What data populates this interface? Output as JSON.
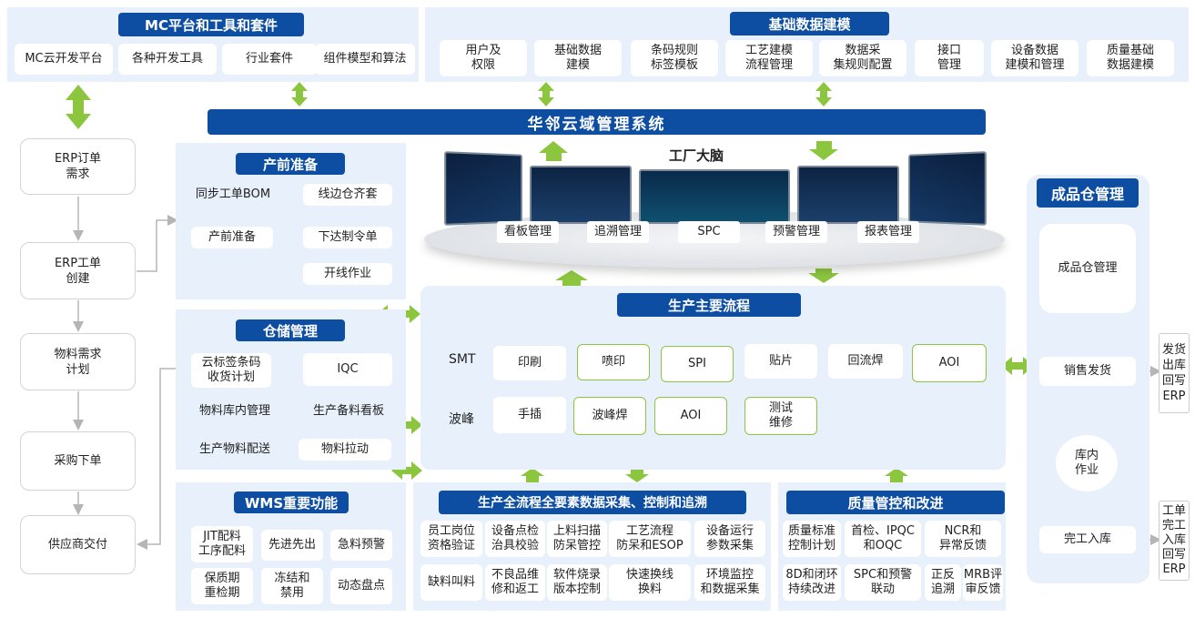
{
  "mc": {
    "title": "MC平台和工具和套件",
    "items": [
      "MC云开发平台",
      "各种开发工具",
      "行业套件",
      "组件模型和算法"
    ]
  },
  "basic": {
    "title": "基础数据建模",
    "items": [
      "用户及\n权限",
      "基础数据\n建模",
      "条码规则\n标签模板",
      "工艺建模\n流程管理",
      "数据采\n集规则配置",
      "接口\n管理",
      "设备数据\n建模和管理",
      "质量基础\n数据建模"
    ]
  },
  "system_title": "华邻云域管理系统",
  "brain": {
    "title": "工厂大脑",
    "tabs": [
      "看板管理",
      "追溯管理",
      "SPC",
      "预警管理",
      "报表管理"
    ]
  },
  "erp_flow": [
    "ERP订单\n需求",
    "ERP工单\n创建",
    "物料需求\n计划",
    "采购下单",
    "供应商交付"
  ],
  "prep": {
    "title": "产前准备",
    "items": [
      "同步工单BOM",
      "线边仓齐套",
      "产前准备",
      "下达制令单",
      "开线作业"
    ]
  },
  "storage": {
    "title": "仓储管理",
    "items": [
      "云标签条码\n收货计划",
      "IQC",
      "物料库内管理",
      "生产备料看板",
      "生产物料配送",
      "物料拉动"
    ]
  },
  "wms": {
    "title": "WMS重要功能",
    "items": [
      "JIT配料\n工序配料",
      "先进先出",
      "急料预警",
      "保质期\n重检期",
      "冻结和\n禁用",
      "动态盘点"
    ]
  },
  "main": {
    "title": "生产主要流程",
    "row1_label": "SMT",
    "row1": [
      "印刷",
      "喷印",
      "SPI",
      "贴片",
      "回流焊",
      "AOI"
    ],
    "row2_label": "波峰",
    "row2": [
      "手插",
      "波峰焊",
      "AOI",
      "测试\n维修"
    ]
  },
  "collect": {
    "title": "生产全流程全要素数据采集、控制和追溯",
    "row1": [
      "员工岗位\n资格验证",
      "设备点检\n治具校验",
      "上料扫描\n防呆管控",
      "工艺流程\n防呆和ESOP",
      "设备运行\n参数采集"
    ],
    "row2": [
      "缺料叫料",
      "不良品维\n修和返工",
      "软件烧录\n版本控制",
      "快速换线\n换料",
      "环境监控\n和数据采集"
    ]
  },
  "quality": {
    "title": "质量管控和改进",
    "row1": [
      "质量标准\n控制计划",
      "首检、IPQC\n和OQC",
      "NCR和\n异常反馈"
    ],
    "row2": [
      "8D和闭环\n持续改进",
      "SPC和预警\n联动",
      "正反\n追溯",
      "MRB评\n审反馈"
    ]
  },
  "fg": {
    "title": "成品仓管理",
    "items": [
      "成品仓管理",
      "销售发货",
      "库内\n作业",
      "完工入库"
    ],
    "out1": "发货\n出库\n回写\nERP",
    "out2": "工单\n完工\n入库\n回写\nERP"
  },
  "colors": {
    "banner": "#0d4ea3",
    "panel": "#e8f0fb",
    "arrow": "#8cc63f",
    "line": "#b5b5b5"
  }
}
